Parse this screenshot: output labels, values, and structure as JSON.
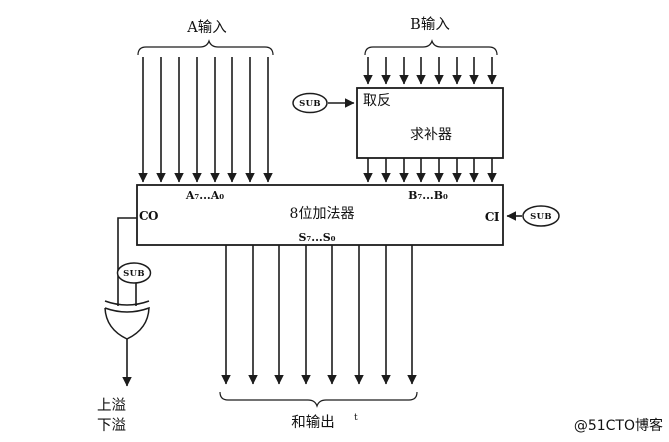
{
  "diagram": {
    "a_input_label": "A输入",
    "b_input_label": "B输入",
    "complementer": {
      "invert_label": "取反",
      "name_label": "求补器"
    },
    "sub_label": "SUB",
    "adder": {
      "title": "8位加法器",
      "a_bits": "A₇...A₀",
      "b_bits": "B₇...B₀",
      "s_bits": "S₇...S₀",
      "carry_out": "CO",
      "carry_in": "CI"
    },
    "overflow_label": "上溢",
    "underflow_label": "下溢",
    "sum_output_label": "和输出",
    "stray_mark": "t",
    "watermark": "@51CTO博客",
    "counts": {
      "a_lines": 8,
      "b_lines": 8,
      "sum_lines": 8
    },
    "colors": {
      "line": "#1c1c1c",
      "text": "#111111",
      "watermark": "#c4c4c4"
    }
  }
}
